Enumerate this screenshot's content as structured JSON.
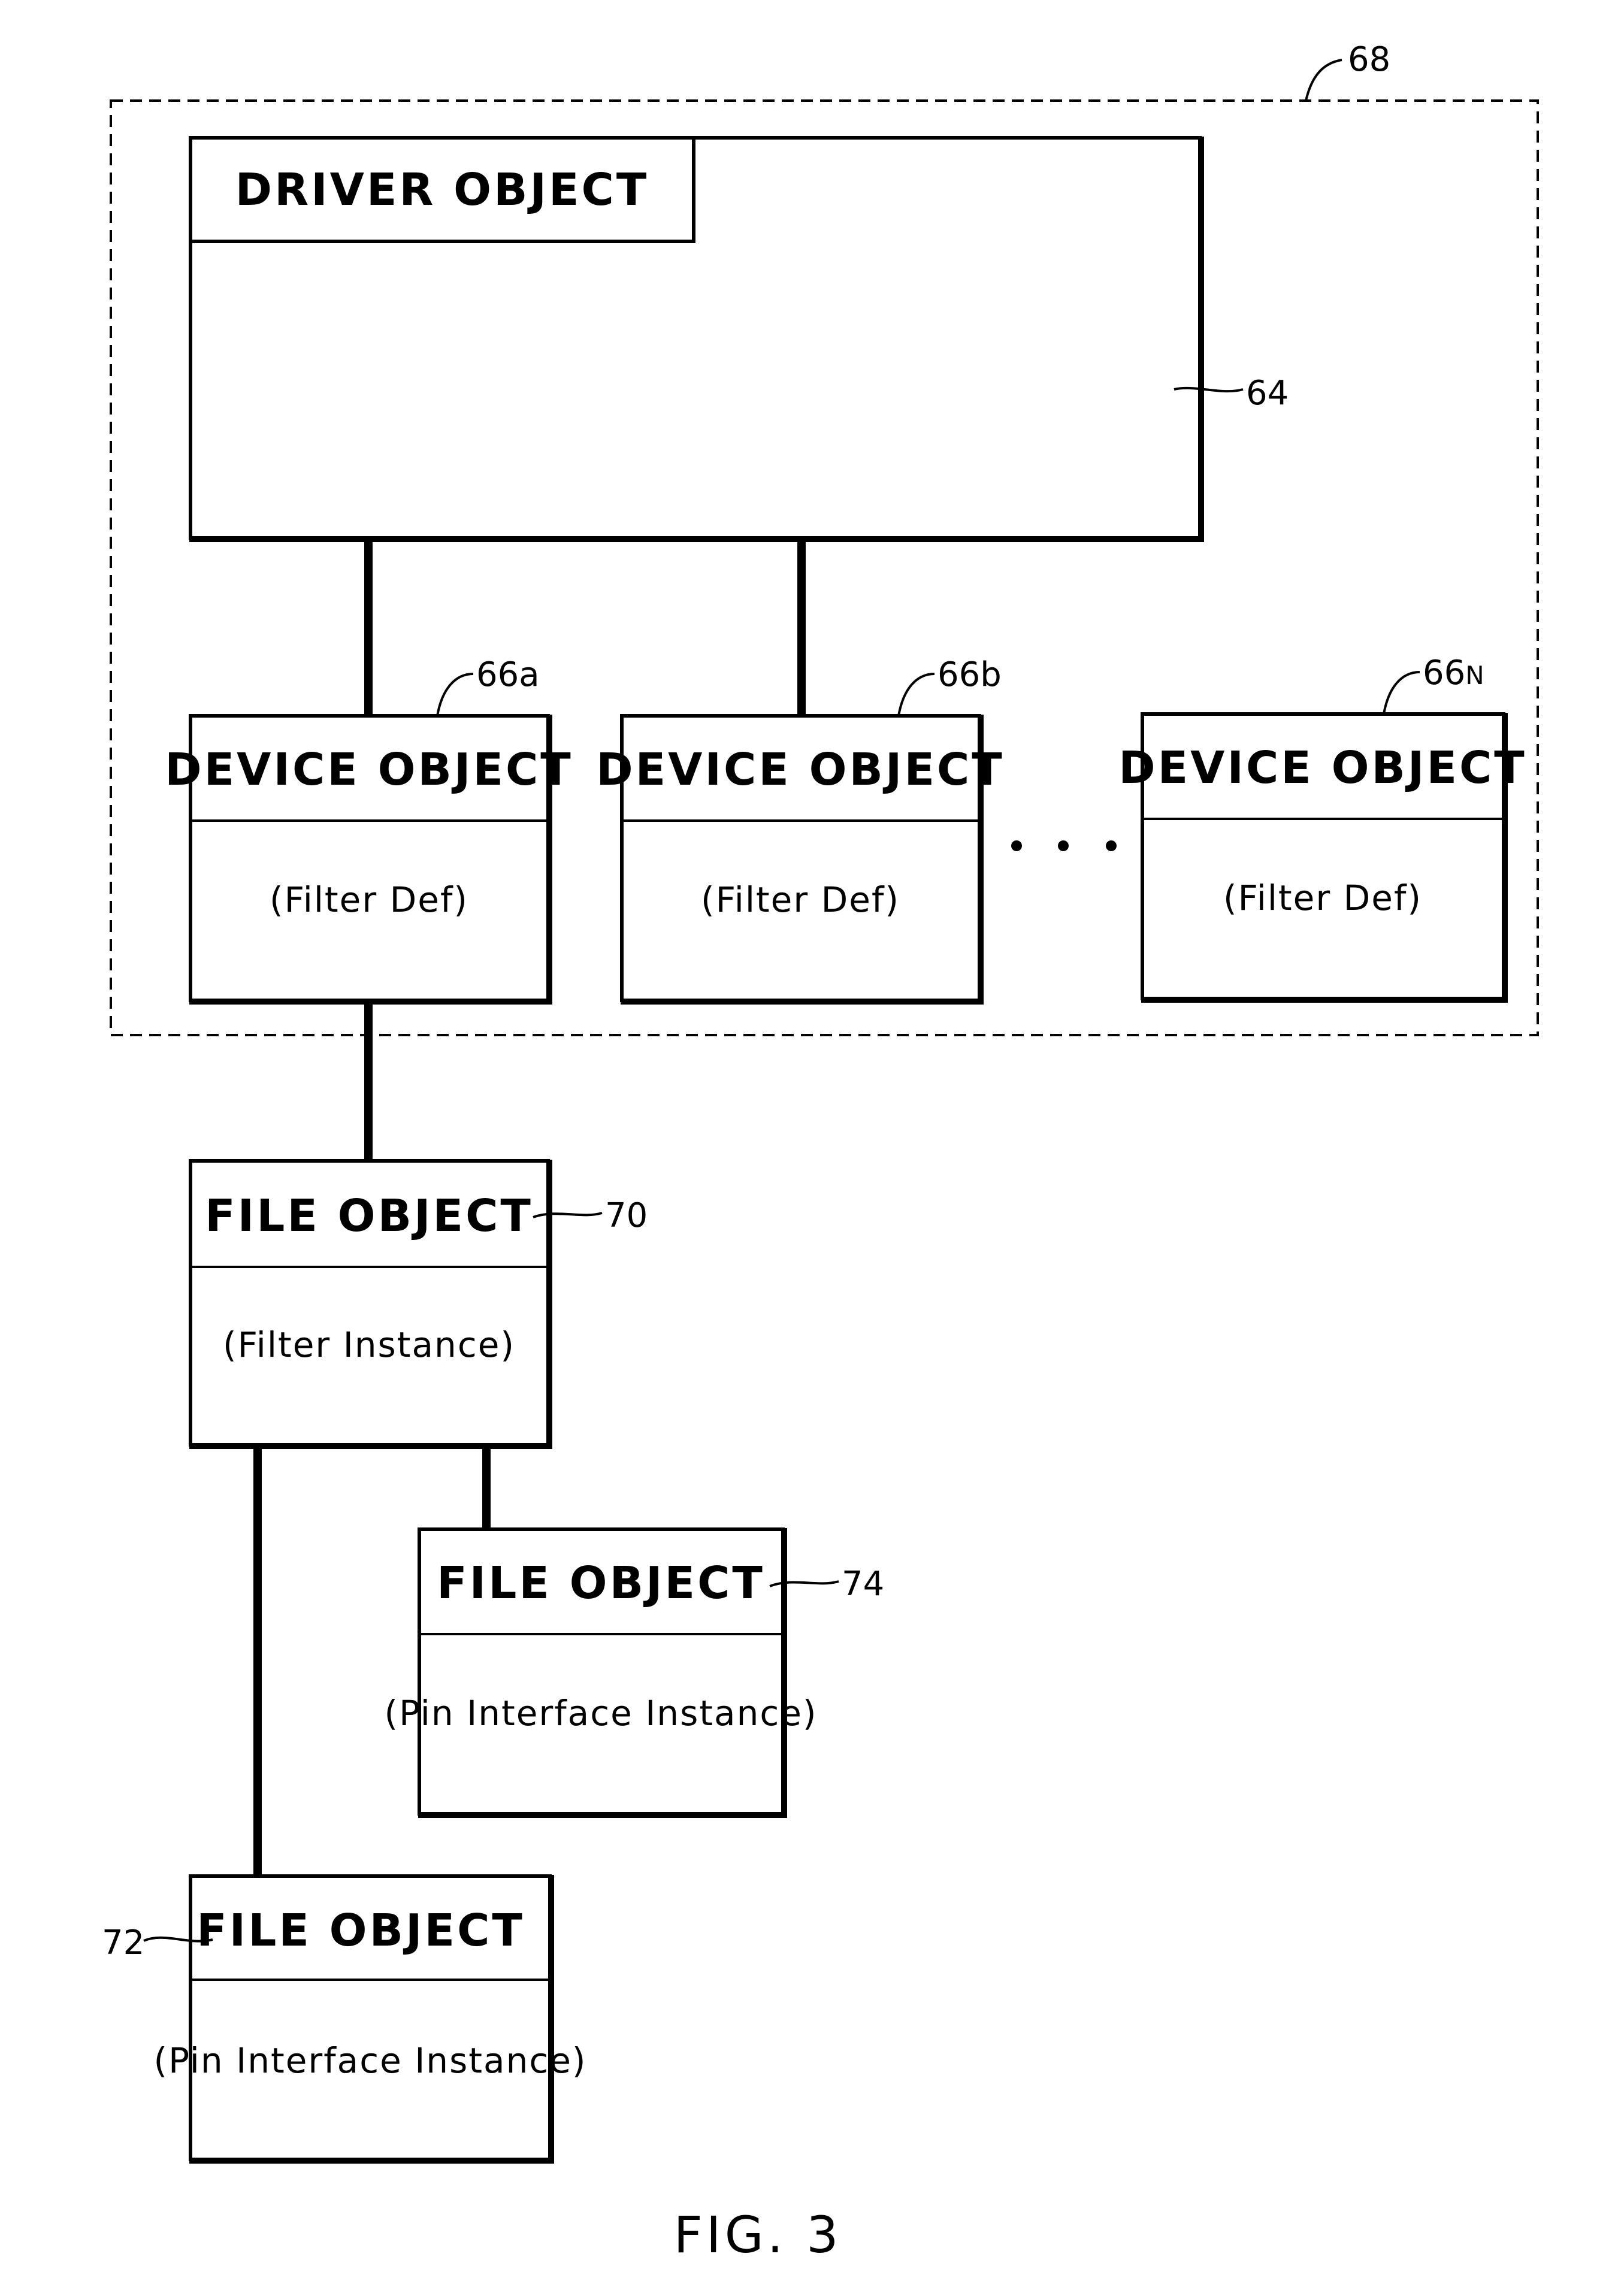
{
  "driver": {
    "title": "DRIVER OBJECT",
    "ref": "64"
  },
  "group": {
    "ref": "68"
  },
  "devices": [
    {
      "title": "DEVICE OBJECT",
      "subtitle": "(Filter Def)",
      "ref": "66a"
    },
    {
      "title": "DEVICE OBJECT",
      "subtitle": "(Filter Def)",
      "ref": "66b"
    },
    {
      "title": "DEVICE OBJECT",
      "subtitle": "(Filter Def)",
      "ref": "66",
      "ref_suffix": "N"
    }
  ],
  "file_filter": {
    "title": "FILE OBJECT",
    "subtitle": "(Filter Instance)",
    "ref": "70"
  },
  "file_pin_74": {
    "title": "FILE OBJECT",
    "subtitle": "(Pin Interface Instance)",
    "ref": "74"
  },
  "file_pin_72": {
    "title": "FILE OBJECT",
    "subtitle": "(Pin Interface Instance)",
    "ref": "72"
  },
  "figure_label": "FIG. 3"
}
